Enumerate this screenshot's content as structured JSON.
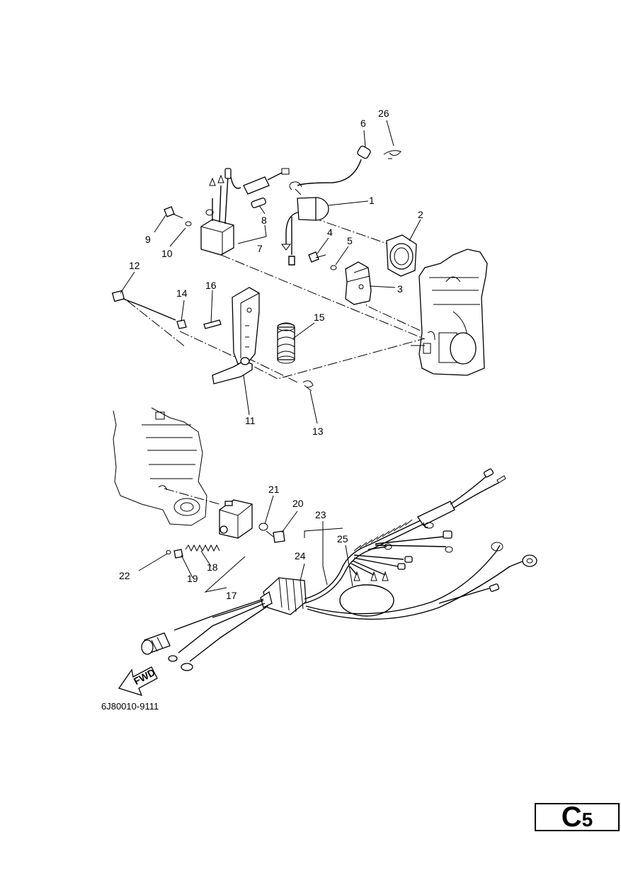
{
  "diagram": {
    "part_numbers": [
      "1",
      "2",
      "3",
      "4",
      "5",
      "6",
      "7",
      "8",
      "9",
      "10",
      "11",
      "12",
      "13",
      "14",
      "15",
      "16",
      "17",
      "18",
      "19",
      "20",
      "21",
      "22",
      "23",
      "24",
      "25",
      "26"
    ],
    "drawing_code": "6J80010-9111",
    "fwd_label": "FWD"
  },
  "page_badge": {
    "letter": "C",
    "number": "5"
  }
}
